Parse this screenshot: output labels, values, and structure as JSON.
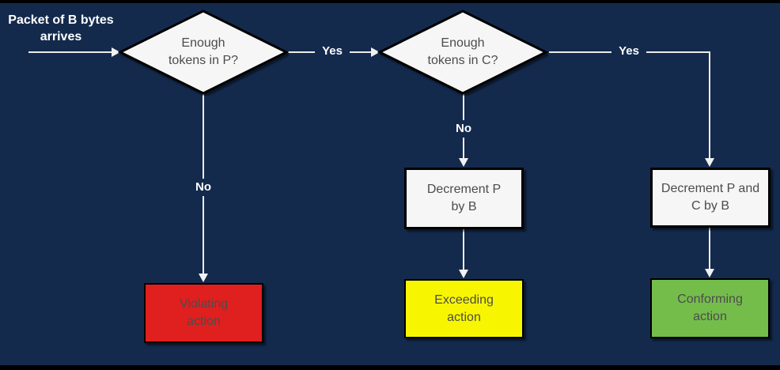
{
  "diagram": {
    "title_hint": "token bucket policing flowchart",
    "start_label": "Packet of B bytes\narrives",
    "decision_p": "Enough\ntokens in P?",
    "decision_c": "Enough\ntokens in C?",
    "process_decrement_p": "Decrement P\nby B",
    "process_decrement_p_and_c": "Decrement P and\nC by B",
    "action_violating": "Violating\naction",
    "action_exceeding": "Exceeding\naction",
    "action_conforming": "Conforming\naction",
    "label_yes_after_p": "Yes",
    "label_yes_after_c": "Yes",
    "label_no_from_p": "No",
    "label_no_from_c": "No"
  },
  "colors": {
    "background": "#142a4d",
    "frame_bars": "#000000",
    "shape_fill": "#f6f6f6",
    "shape_border": "#000000",
    "connector": "#ececec",
    "text_on_shapes": "#4c4c4c",
    "text_labels": "#ffffff",
    "violating_fill": "#e01f1f",
    "exceeding_fill": "#f7f600",
    "conforming_fill": "#74bd4b"
  }
}
